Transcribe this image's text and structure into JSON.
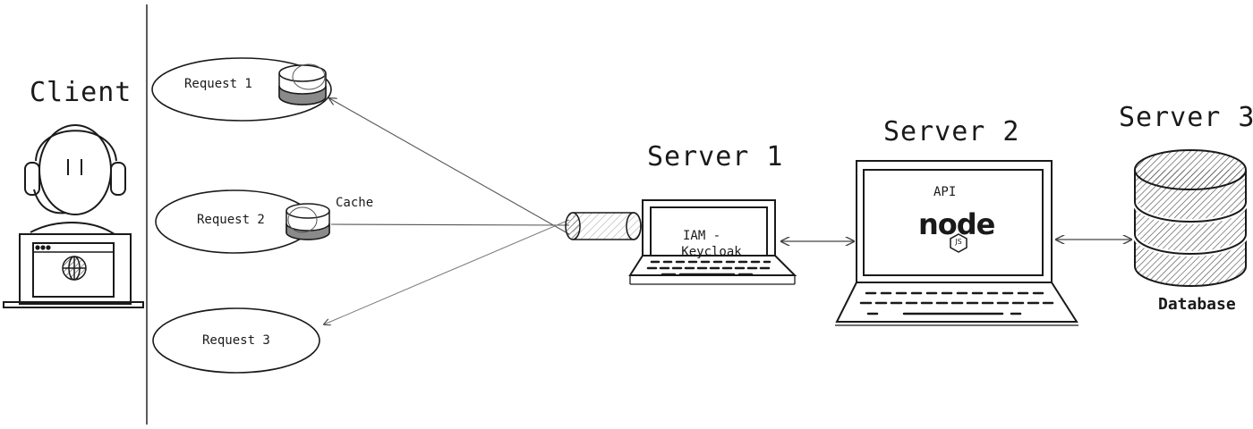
{
  "client": {
    "title": "Client"
  },
  "requests": [
    {
      "label": "Request 1"
    },
    {
      "label": "Request 2"
    },
    {
      "label": "Request 3"
    }
  ],
  "cache": {
    "label": "Cache"
  },
  "server1": {
    "title": "Server 1",
    "screen_line1": "IAM -",
    "screen_line2": "Keycloak"
  },
  "server2": {
    "title": "Server 2",
    "screen_label": "API",
    "logo_word": "node",
    "logo_badge": "JS"
  },
  "server3": {
    "title": "Server 3",
    "caption": "Database"
  },
  "colors": {
    "ink": "#1a1a1a",
    "fill_gray": "#7a7a7a",
    "line": "#555555"
  }
}
